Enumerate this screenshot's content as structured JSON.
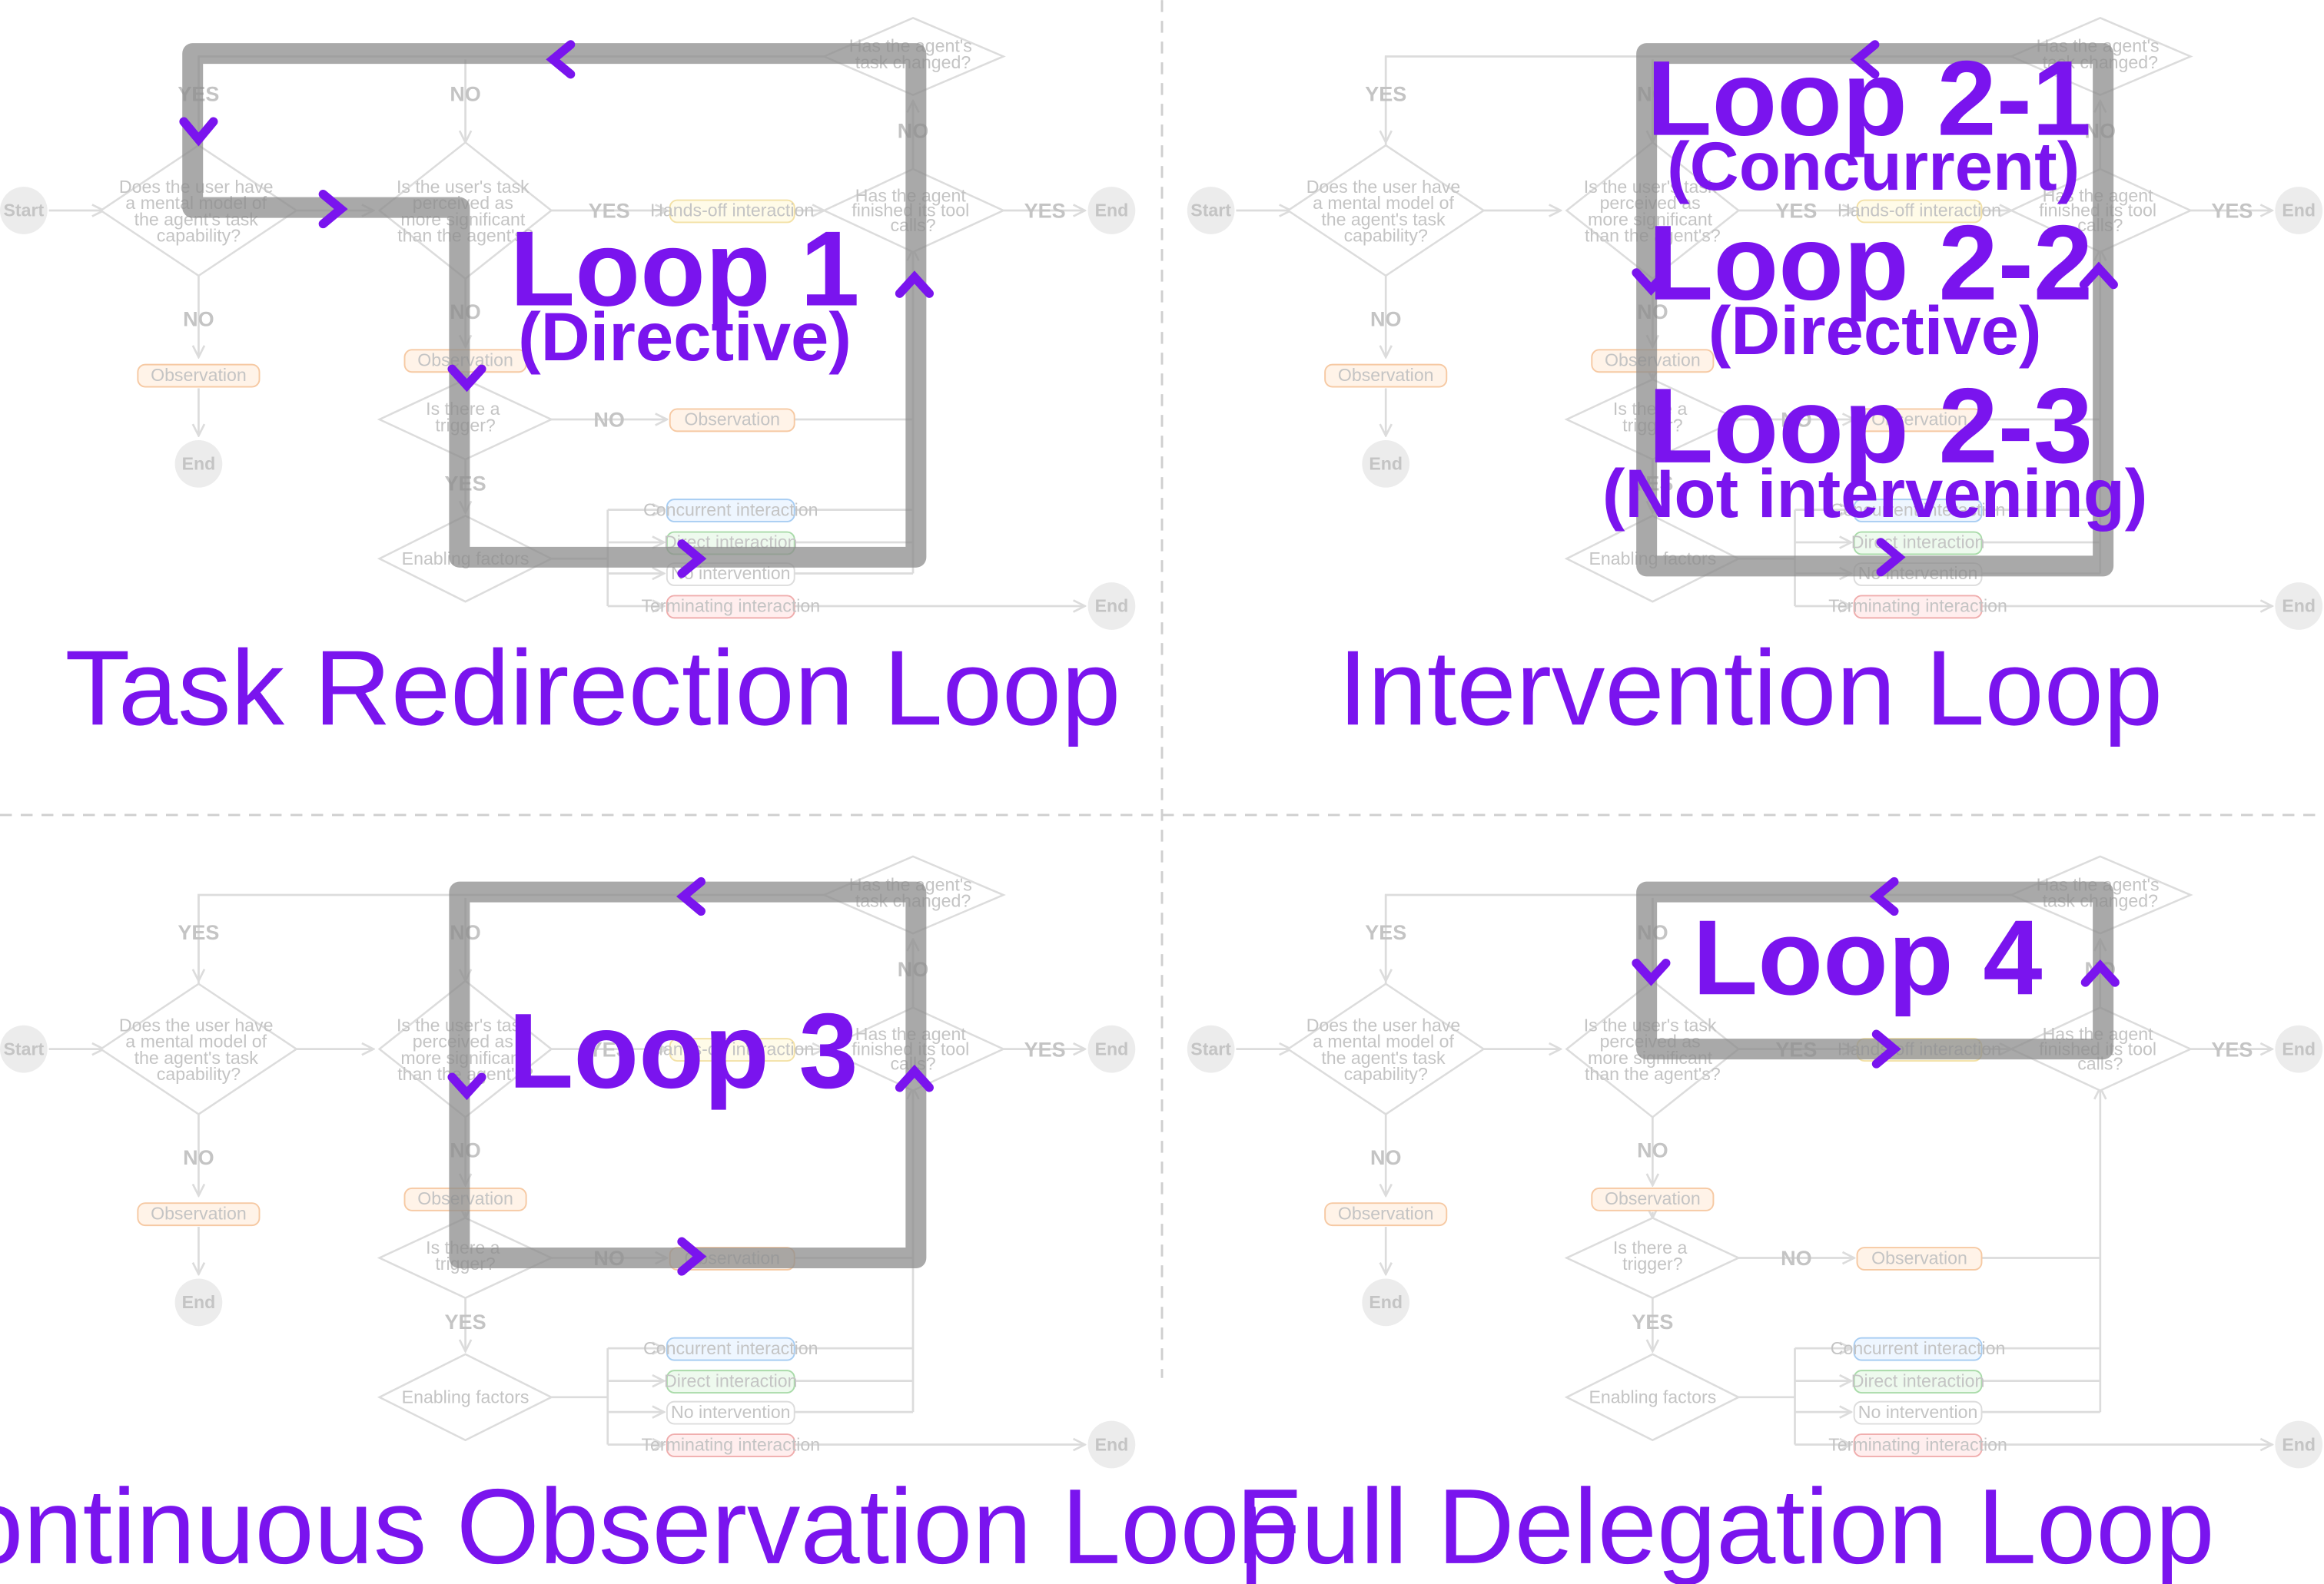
{
  "flow": {
    "start": "Start",
    "end": "End",
    "q_mental_model": [
      "Does the user have",
      "a mental model of",
      "the agent's task",
      "capability?"
    ],
    "q_significant": [
      "Is the user's task",
      "perceived as",
      "more significant",
      "than the agent's?"
    ],
    "q_trigger": [
      "Is there a",
      "trigger?"
    ],
    "q_enabling": [
      "Enabling factors"
    ],
    "q_finished": [
      "Has the agent",
      "finished its tool",
      "calls?"
    ],
    "q_changed": [
      "Has the agent's",
      "task changed?"
    ],
    "handsoff": "Hands-off interaction",
    "observation": "Observation",
    "concurrent": "Concurrent interaction",
    "direct": "Direct interaction",
    "no_intervention": "No intervention",
    "terminating": "Terminating interaction",
    "yes": "YES",
    "no": "NO"
  },
  "quadrants": [
    {
      "title": "Task Redirection Loop",
      "loops": [
        {
          "big": "Loop 1",
          "small": "(Directive)"
        }
      ]
    },
    {
      "title": "Intervention Loop",
      "loops": [
        {
          "big": "Loop 2-1",
          "small": "(Concurrent)"
        },
        {
          "big": "Loop 2-2",
          "small": "(Directive)"
        },
        {
          "big": "Loop 2-3",
          "small": "(Not intervening)"
        }
      ]
    },
    {
      "title": "Continuous Observation Loop",
      "loops": [
        {
          "big": "Loop 3",
          "small": ""
        }
      ]
    },
    {
      "title": "Full Delegation Loop",
      "loops": [
        {
          "big": "Loop 4",
          "small": ""
        }
      ]
    }
  ],
  "colors": {
    "accent": "#7a14ee",
    "path": "#8c8c8c",
    "line": "#dcdcdc",
    "text_faint": "#c4c4c4",
    "handsoff_fill": "#fffbe8",
    "handsoff_stroke": "#f3e1a6",
    "observation_fill": "#fff3e8",
    "observation_stroke": "#f6c9a3",
    "concurrent_fill": "#eef6ff",
    "concurrent_stroke": "#a8cdf2",
    "direct_fill": "#eefaee",
    "direct_stroke": "#a9dba9",
    "nointervention_fill": "#ffffff",
    "nointervention_stroke": "#dcdcdc",
    "terminating_fill": "#ffeeee",
    "terminating_stroke": "#f0adad"
  }
}
